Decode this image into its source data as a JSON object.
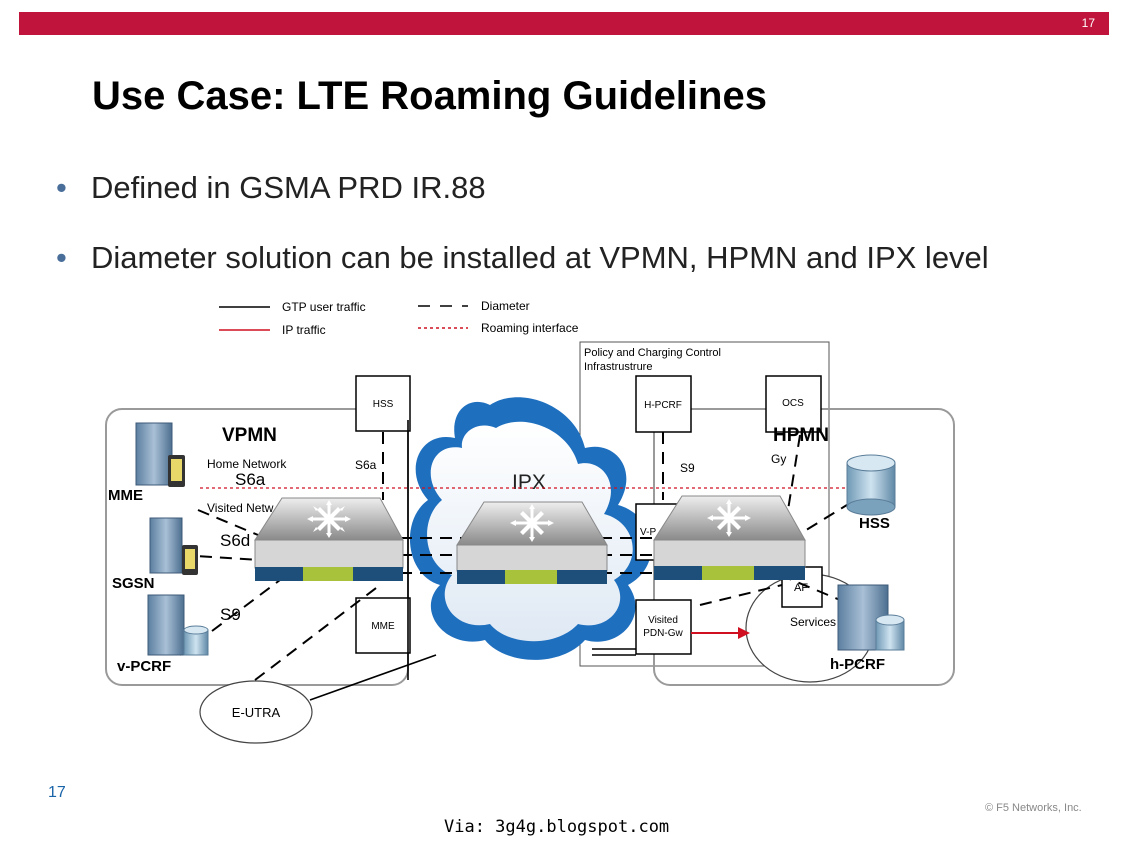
{
  "header": {
    "page_number": "17"
  },
  "title": "Use Case: LTE Roaming Guidelines",
  "bullets": [
    "Defined in GSMA PRD IR.88",
    "Diameter solution can be installed at VPMN, HPMN and IPX level"
  ],
  "legend": {
    "gtp": "GTP user traffic",
    "ip": "IP traffic",
    "diameter": "Diameter",
    "roaming": "Roaming interface"
  },
  "diagram": {
    "pcc_box": [
      "Policy and Charging Control",
      "Infrastrustrure"
    ],
    "vpmn": "VPMN",
    "hpmn": "HPMN",
    "ipx": "IPX",
    "home_network": "Home Network",
    "visited_network": "Visited Netw",
    "nodes": {
      "hss_box": "HSS",
      "mme_box": "MME",
      "hpcrf_box": "H-PCRF",
      "ocs_box": "OCS",
      "vp_box": "V-P",
      "af_box": "AF",
      "visited_pdn": [
        "Visited",
        "PDN-Gw"
      ],
      "services": "Services",
      "eutra": "E-UTRA"
    },
    "interfaces": {
      "s6a_small": "S6a",
      "s6a": "S6a",
      "s6d": "S6d",
      "s9_left": "S9",
      "s9_right": "S9",
      "gy": "Gy"
    },
    "server_labels": {
      "mme": "MME",
      "sgsn": "SGSN",
      "vpcrf": "v-PCRF",
      "hss": "HSS",
      "hpcrf": "h-PCRF"
    }
  },
  "footer": {
    "slide_number": "17",
    "copyright": "© F5 Networks, Inc.",
    "via": "Via: 3g4g.blogspot.com"
  },
  "colors": {
    "brand_red": "#c0143c",
    "cloud_blue": "#1f6fbf",
    "bullet": "#4a6e9a",
    "slide_num": "#1a64a8"
  }
}
